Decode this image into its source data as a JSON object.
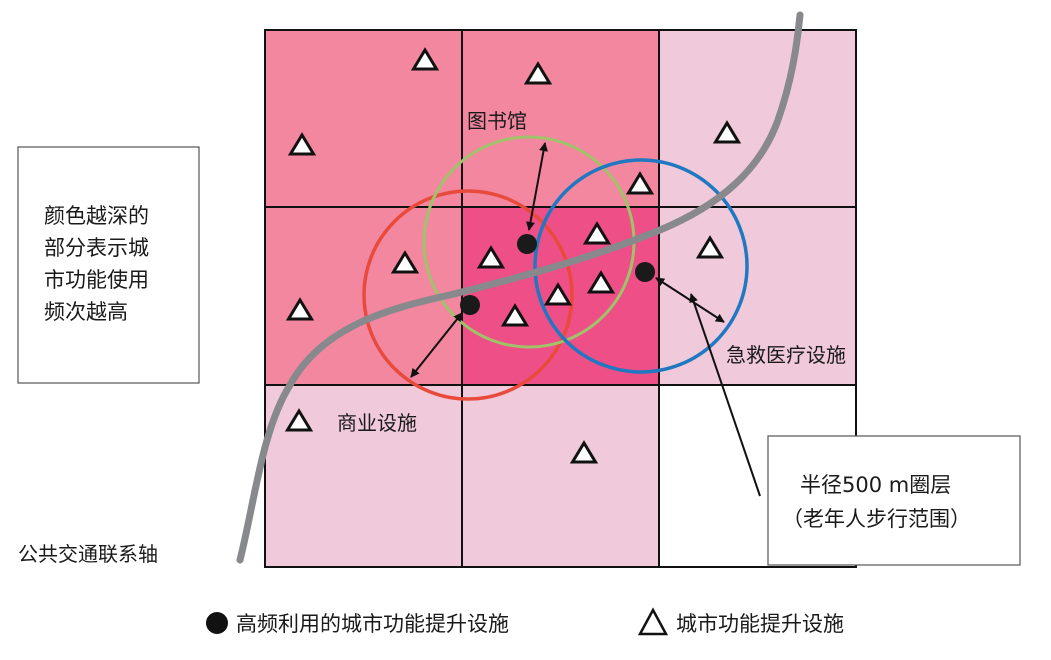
{
  "colors": {
    "grid_dark": "#ee4f86",
    "grid_medium": "#f2879f",
    "grid_light": "#f0cadb",
    "grid_white": "#ffffff",
    "circle_commercial": "#e84b3c",
    "circle_library": "#9fc26a",
    "circle_emergency": "#1f78c1",
    "transit_axis": "#87898d"
  },
  "labels": {
    "library": "图书馆",
    "commercial": "商业设施",
    "emergency": "急救医疗设施",
    "transit": "公共交通联系轴"
  },
  "left_note": {
    "lines": [
      "颜色越深的",
      "部分表示城",
      "市功能使用",
      "频次越高"
    ]
  },
  "radius_note": {
    "lines": [
      "半径500 m圈层",
      "（老年人步行范围）"
    ]
  },
  "legend": {
    "dot_label": "高频利用的城市功能提升设施",
    "triangle_label": "城市功能提升设施"
  }
}
